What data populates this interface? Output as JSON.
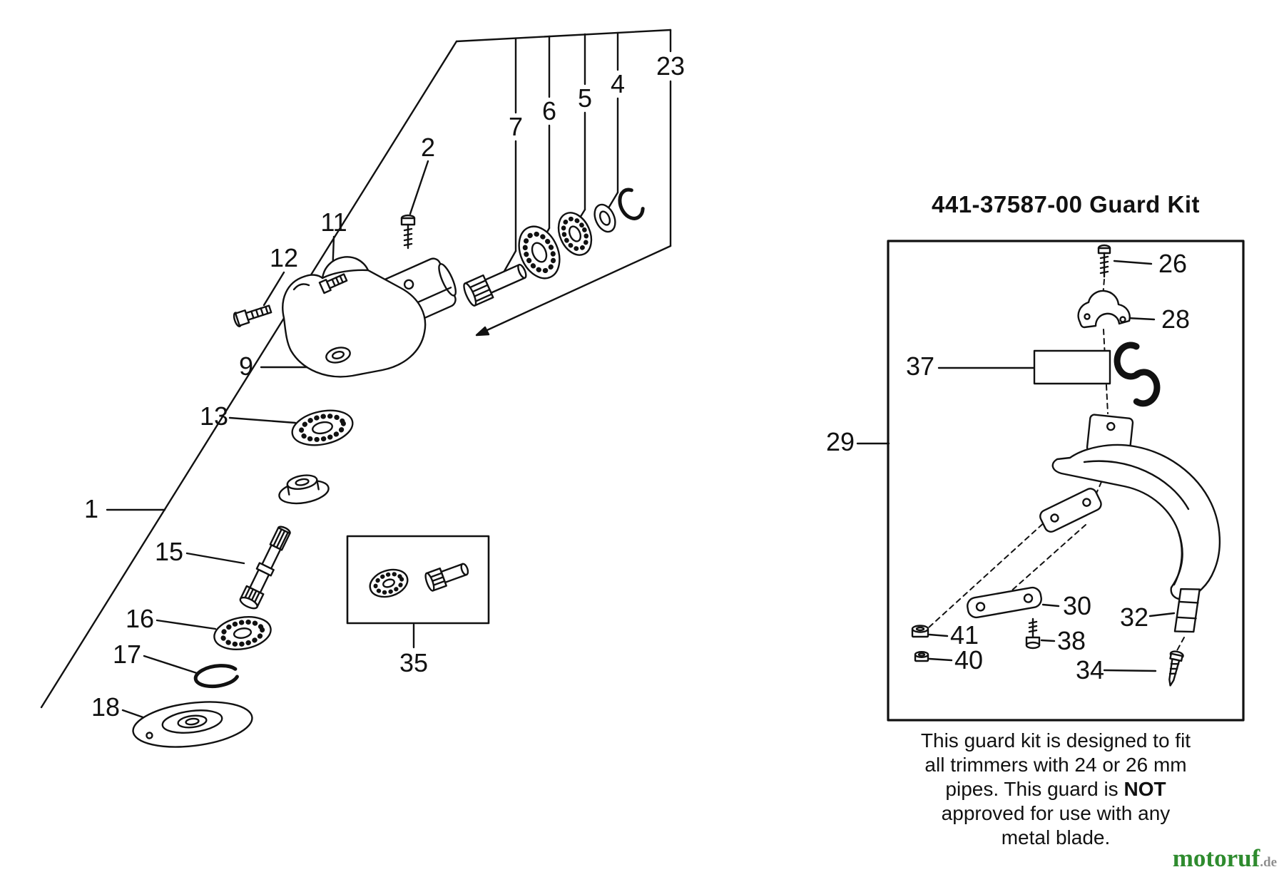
{
  "colors": {
    "line": "#111111",
    "logo_green": "#2e8b2e",
    "logo_gray": "#8f8f8f"
  },
  "main_diagram": {
    "callouts": {
      "1": "1",
      "2": "2",
      "4": "4",
      "5": "5",
      "6": "6",
      "7": "7",
      "9": "9",
      "11": "11",
      "12": "12",
      "13": "13",
      "15": "15",
      "16": "16",
      "17": "17",
      "18": "18",
      "23": "23",
      "35": "35"
    }
  },
  "guard_kit": {
    "title": "441-37587-00 Guard Kit",
    "callouts": {
      "26": "26",
      "28": "28",
      "29": "29",
      "30": "30",
      "32": "32",
      "34": "34",
      "37": "37",
      "38": "38",
      "40": "40",
      "41": "41"
    },
    "note": {
      "l1": "This guard kit is designed to fit",
      "l2": "all trimmers with 24 or 26 mm",
      "l3a": "pipes. This guard is ",
      "l3b": "NOT",
      "l4": "approved for use with any",
      "l5": "metal blade."
    }
  },
  "logo": {
    "brand": "motoruf",
    "tld": ".de"
  }
}
